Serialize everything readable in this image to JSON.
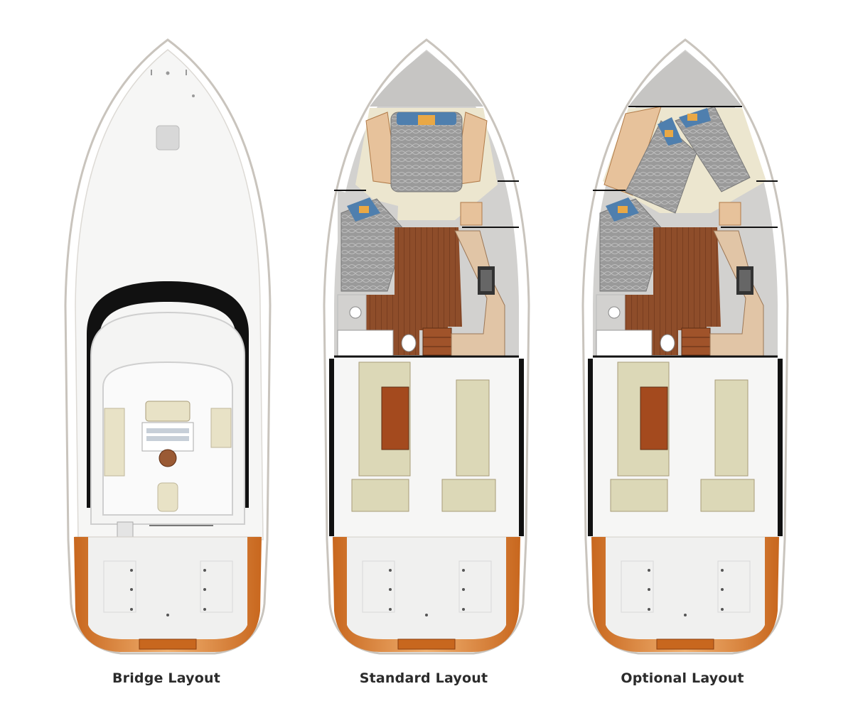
{
  "layouts": [
    {
      "id": "bridge",
      "caption": "Bridge Layout"
    },
    {
      "id": "standard",
      "caption": "Standard Layout"
    },
    {
      "id": "optional",
      "caption": "Optional Layout"
    }
  ],
  "colors": {
    "hull_outline": "#c9c4bd",
    "deck": "#f7f7f6",
    "cabin_gray": "#d4d3d1",
    "cream": "#ece6cf",
    "teak": "#8a4a2a",
    "teak_dark": "#6a3218",
    "tan": "#e7c29b",
    "orange_trim": "#d98a3c",
    "bed_gray": "#8f8f8f",
    "pillow_blue": "#4f7fae",
    "seat_green": "#dcd8b7",
    "black": "#111111"
  }
}
